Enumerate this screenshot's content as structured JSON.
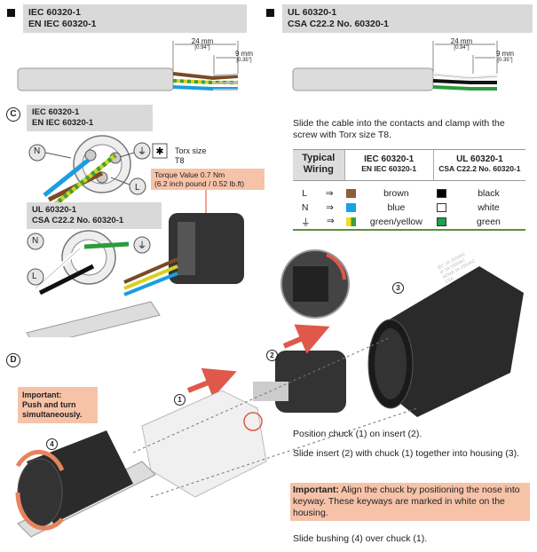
{
  "top_left": {
    "line1": "IEC 60320-1",
    "line2": "EN IEC 60320-1",
    "dim_24": "24 mm",
    "dim_24_in": "[0.94\"]",
    "dim_9": "9 mm",
    "dim_9_in": "[0.35\"]"
  },
  "top_right": {
    "line1": "UL 60320-1",
    "line2": "CSA C22.2 No. 60320-1",
    "dim_24": "24 mm",
    "dim_24_in": "[0.94\"]",
    "dim_9": "9 mm",
    "dim_9_in": "[0.35\"]"
  },
  "section_c": {
    "letter": "C",
    "iec_line1": "IEC 60320-1",
    "iec_line2": "EN IEC 60320-1",
    "torx_label": "Torx size",
    "torx_value": "T8",
    "torque_line1": "Torque Value 0.7 Nm",
    "torque_line2": "(6.2 inch pound / 0.52 lb.ft)",
    "ul_line1": "UL 60320-1",
    "ul_line2": "CSA C22.2 No. 60320-1",
    "term_n": "N",
    "term_l": "L",
    "slide_text": "Slide the cable into the contacts and clamp with the screw with Torx size T8."
  },
  "wiring": {
    "title_line1": "Typical",
    "title_line2": "Wiring",
    "col1_line1": "IEC 60320-1",
    "col1_line2": "EN IEC 60320-1",
    "col2_line1": "UL 60320-1",
    "col2_line2": "CSA C22.2 No. 60320-1",
    "rows": [
      {
        "term": "L",
        "arrow": "⇒",
        "iec_color_name": "brown",
        "iec_color": "#8b5e3c",
        "ul_color_name": "black",
        "ul_color": "#000000"
      },
      {
        "term": "N",
        "arrow": "⇒",
        "iec_color_name": "blue",
        "iec_color": "#19a3e0",
        "ul_color_name": "white",
        "ul_color": "#ffffff"
      },
      {
        "term": "⏚",
        "arrow": "⇒",
        "iec_color_name": "green/yellow",
        "iec_color": "#f0e020",
        "ul_color_name": "green",
        "ul_color": "#1aa34a"
      }
    ]
  },
  "section_d": {
    "letter": "D",
    "important_label": "Important:",
    "important_text": "Push and turn simultaneously.",
    "num1": "1",
    "num2": "2",
    "num3": "3",
    "num4": "4",
    "step1": "Position chuck (1) on insert (2).",
    "step2": "Slide insert (2) with chuck (1) together into housing (3).",
    "note_label": "Important:",
    "note_text": " Align the chuck by positioning the nose into keyway. These keyways are marked in white on the housing.",
    "step3": "Slide bushing (4) over chuck (1)."
  },
  "housing_print": [
    "IEC 3A 250VAC",
    "IP 3A 250VAC",
    "NEMA 3A 250VAC",
    "CSA"
  ]
}
